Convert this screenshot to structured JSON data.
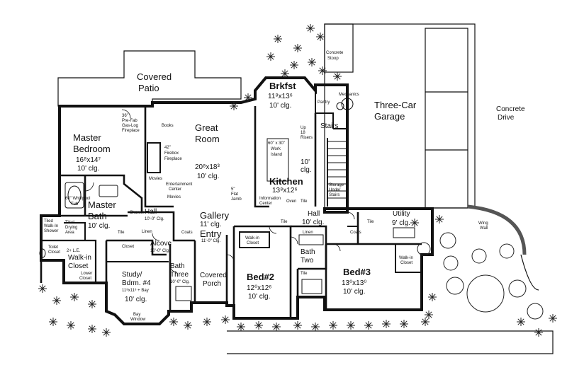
{
  "labels": {
    "covered_patio_1": "Covered",
    "covered_patio_2": "Patio",
    "brkfst": "Brkfst",
    "brkfst_dim": "11⁸x13⁶",
    "brkfst_clg": "10' clg.",
    "garage_1": "Three-Car",
    "garage_2": "Garage",
    "concrete_drive_1": "Concrete",
    "concrete_drive_2": "Drive",
    "concrete_stoop_1": "Concrete",
    "concrete_stoop_2": "Stoop",
    "mechanics": "Mechanics",
    "pantry": "Pantry",
    "stairs": "Stairs",
    "risers_1": "Up",
    "risers_2": "18",
    "risers_3": "Risers",
    "master_bed_1": "Master",
    "master_bed_2": "Bedroom",
    "master_bed_dim": "16⁸x14⁷",
    "master_bed_clg": "10' clg.",
    "fireplace_1": "36\"",
    "fireplace_2": "Pre-Fab",
    "fireplace_3": "Gas-Log",
    "fireplace_4": "Fireplace",
    "great_room_1": "Great",
    "great_room_2": "Room",
    "great_room_dim": "20⁸x18³",
    "great_room_clg": "10' clg.",
    "books": "Books",
    "firebox_1": "42\"",
    "firebox_2": "Firebox",
    "firebox_3": "Fireplace",
    "movies_1": "Movies",
    "ent_center_1": "Entertainment",
    "ent_center_2": "Center",
    "movies_2": "Movies",
    "work_island_1": "60\" x 30\"",
    "work_island_2": "Work",
    "work_island_3": "Island",
    "kitchen": "Kitchen",
    "kitchen_dim": "13⁸x12⁶",
    "kitchen_clg": "10'",
    "kitchen_clg2": "clg.",
    "storage_1": "Storage",
    "storage_2": "Under",
    "storage_3": "Stairs",
    "flat_jamb_1": "5\"",
    "flat_jamb_2": "Flat",
    "flat_jamb_3": "Jamb",
    "info_center_1": "Information",
    "info_center_2": "Center",
    "oven": "Oven",
    "tile_kitchen": "Tile",
    "whirlpool_1": "60\" Whirlpool",
    "whirlpool_2": "Tub",
    "master_bath_1": "Master",
    "master_bath_2": "Bath",
    "master_bath_clg": "10' clg.",
    "shower": "Shower",
    "hall_left_1": "Hall",
    "hall_left_2": "10'-0\" Clg.",
    "linen_left": "Linen",
    "tile_left": "Tile",
    "gallery_1": "Gallery",
    "gallery_clg": "11' clg.",
    "entry_1": "Entry",
    "entry_clg": "11'-0\" Clg.",
    "coats_left": "Coats",
    "tile_gallery": "Tile",
    "hall_right_1": "Hall",
    "hall_right_2": "10' clg.",
    "linen_right": "Linen",
    "coats_right": "Coats",
    "utility_1": "Utility",
    "utility_clg": "9' clg.",
    "tile_utility": "Tile",
    "wing_wall_1": "Wing",
    "wing_wall_2": "Wall",
    "tiled_walkin_1": "Tiled",
    "tiled_walkin_2": "Walk-In",
    "tiled_walkin_3": "Shower",
    "tiled_drying_1": "Tiled",
    "tiled_drying_2": "Drying",
    "tiled_drying_3": "Area",
    "toilet_closet_1": "Toilet",
    "toilet_closet_2": "Closet",
    "walkin_closet_1": "Walk-in",
    "walkin_closet_2": "Closet",
    "upper_shelf": "2+ L.E.",
    "lower_closet": "Lower",
    "lower_closet_2": "Closet",
    "closet_study": "Closet",
    "alcove_1": "Alcove",
    "alcove_clg": "10'-0\" Clg.",
    "bath_three_1": "Bath",
    "bath_three_2": "Three",
    "bath_three_clg": "10'-0\" Clg.",
    "study_1": "Study/",
    "study_2": "Bdrm. #4",
    "study_dim": "11⁸x11⁸ + Bay",
    "study_clg": "10' clg.",
    "bay_window_1": "Bay",
    "bay_window_2": "Window",
    "covered_porch_1": "Covered",
    "covered_porch_2": "Porch",
    "bed2_1": "Bed#2",
    "bed2_dim": "12⁰x12⁶",
    "bed2_clg": "10' clg.",
    "bed2_closet_1": "Walk-in",
    "bed2_closet_2": "Closet",
    "bath_two_1": "Bath",
    "bath_two_2": "Two",
    "tile_bath_two": "Tile",
    "bed3_1": "Bed#3",
    "bed3_dim": "13⁰x13⁰",
    "bed3_clg": "10' clg.",
    "bed3_closet_1": "Walk-in",
    "bed3_closet_2": "Closet"
  },
  "colors": {
    "wall": "#111111",
    "paper": "#ffffff",
    "shrub": "#222222"
  }
}
